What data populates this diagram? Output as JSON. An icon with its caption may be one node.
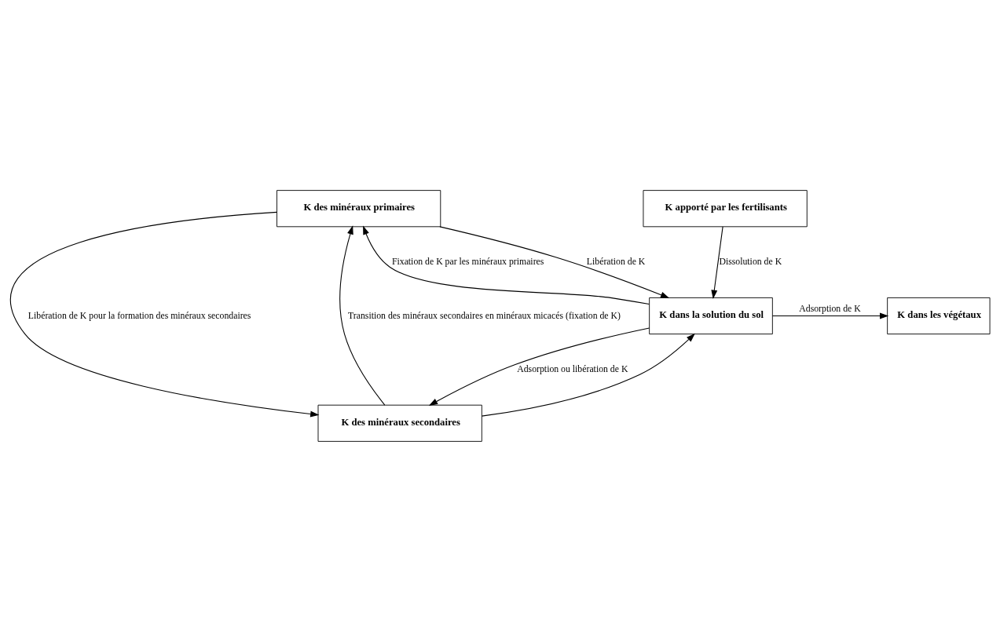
{
  "diagram": {
    "nodes": [
      {
        "text": [
          "K des minéraux primaires"
        ]
      },
      {
        "text": [
          "K apporté par les fertilisants"
        ]
      },
      {
        "text": [
          "K dans la solution du sol"
        ]
      },
      {
        "text": [
          "K dans les végétaux"
        ]
      },
      {
        "text": [
          "K des minéraux secondaires"
        ]
      }
    ],
    "edges": [
      {
        "from": 2,
        "to": 0,
        "arrow": "to",
        "label": "Fixation de K par les minéraux primaires"
      },
      {
        "from": 0,
        "to": 2,
        "arrow": "to",
        "label": "Libération de K"
      },
      {
        "from": 1,
        "to": 2,
        "arrow": "to",
        "label": "Dissolution de K"
      },
      {
        "from": 2,
        "to": 3,
        "arrow": "to",
        "label": "Adsorption de K"
      },
      {
        "from": 0,
        "to": 4,
        "arrow": "to",
        "label": "Libération de K pour la formation des minéraux secondaires"
      },
      {
        "from": 4,
        "to": 0,
        "arrow": "to",
        "label": "Transition des minéraux secondaires en minéraux micacés (fixation de K)"
      },
      {
        "from": 2,
        "to": 4,
        "arrow": "to",
        "label": "Adsorption ou libération de K"
      },
      {
        "from": 4,
        "to": 2,
        "arrow": "to"
      }
    ]
  }
}
